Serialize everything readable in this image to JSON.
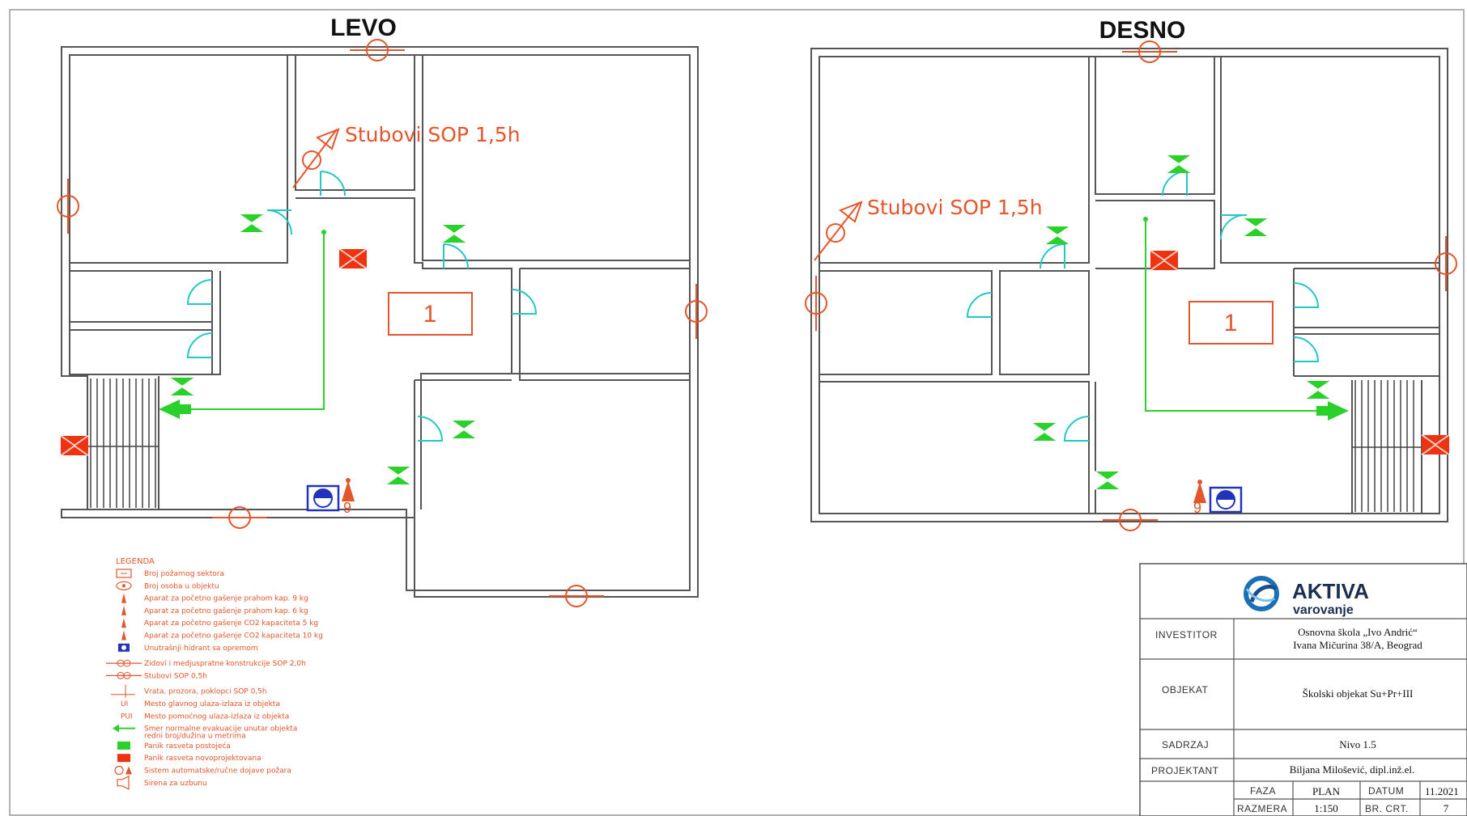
{
  "plans": {
    "left": {
      "title": "LEVO",
      "note": "Stubovi SOP 1,5h",
      "sector": "1",
      "persons": "9"
    },
    "right": {
      "title": "DESNO",
      "note": "Stubovi SOP 1,5h",
      "sector": "1",
      "persons": "9"
    }
  },
  "legend": {
    "heading": "LEGENDA",
    "items": [
      {
        "icon": "sector-number-icon",
        "label": "Broj požarnog sektora"
      },
      {
        "icon": "persons-count-icon",
        "label": "Broj osoba u objektu"
      },
      {
        "icon": "extinguisher-powder-9kg-icon",
        "label": "Aparat za početno gašenje prahom kap. 9 kg"
      },
      {
        "icon": "extinguisher-powder-6kg-icon",
        "label": "Aparat za početno gašenje prahom kap. 6 kg"
      },
      {
        "icon": "extinguisher-co2-5kg-icon",
        "label": "Aparat za početno gašenje CO2 kapaciteta 5 kg"
      },
      {
        "icon": "extinguisher-co2-10kg-icon",
        "label": "Aparat za početno gašenje CO2 kapaciteta 10 kg"
      },
      {
        "icon": "indoor-hydrant-icon",
        "label": "Unutrašnji hidrant sa opremom"
      },
      {
        "icon": "fire-wall-icon",
        "label": "Zidovi i medjuspratne konstrukcije SOP 2,0h"
      },
      {
        "icon": "column-icon",
        "label": "Stubovi SOP 0,5h"
      },
      {
        "icon": "door-icon",
        "label": "Vrata, prozora, poklopci SOP 0,5h"
      },
      {
        "icon": "main-exit-icon",
        "label": "Mesto glavnog ulaza-izlaza iz objekta",
        "code": "UI"
      },
      {
        "icon": "aux-exit-icon",
        "label": "Mesto pomoćnog ulaza-izlaza iz objekta",
        "code": "PUI"
      },
      {
        "icon": "evacuation-arrow-icon",
        "label": "Smer normalne evakuacije unutar objekta",
        "label2": "redni broj/dužina u metrima"
      },
      {
        "icon": "panic-light-existing-icon",
        "label": "Panik rasveta postojeća"
      },
      {
        "icon": "panic-light-new-icon",
        "label": "Panik rasveta novoprojektovana"
      },
      {
        "icon": "fire-alarm-icon",
        "label": "Sistem automatske/ručne dojave požara"
      },
      {
        "icon": "siren-icon",
        "label": "Sirena za uzbunu"
      }
    ]
  },
  "title_block": {
    "logo_main": "AKTIVA",
    "logo_sub": "varovanje",
    "investitor_label": "INVESTITOR",
    "investitor_line1": "Osnovna škola „Ivo Andrić“",
    "investitor_line2": "Ivana Mičurina 38/A, Beograd",
    "objekat_label": "OBJEKAT",
    "objekat_value": "Školski objekat Su+Pr+III",
    "sadrzaj_label": "SADRZAJ",
    "sadrzaj_value": "Nivo 1.5",
    "projektant_label": "PROJEKTANT",
    "projektant_value": "Biljana Milošević, dipl.inž.el.",
    "faza_label": "FAZA",
    "faza_value": "PLAN",
    "datum_label": "DATUM",
    "datum_value": "11.2021",
    "razmera_label": "RAZMERA",
    "razmera_value": "1:150",
    "brcrt_label": "BR. CRT.",
    "brcrt_value": "7"
  },
  "colors": {
    "wall": "#555555",
    "door": "#22c7c7",
    "green": "#2ad12a",
    "red": "#ee3311",
    "orange": "#e3552a",
    "blue": "#2233bb",
    "brand": "#1b4f8c"
  }
}
